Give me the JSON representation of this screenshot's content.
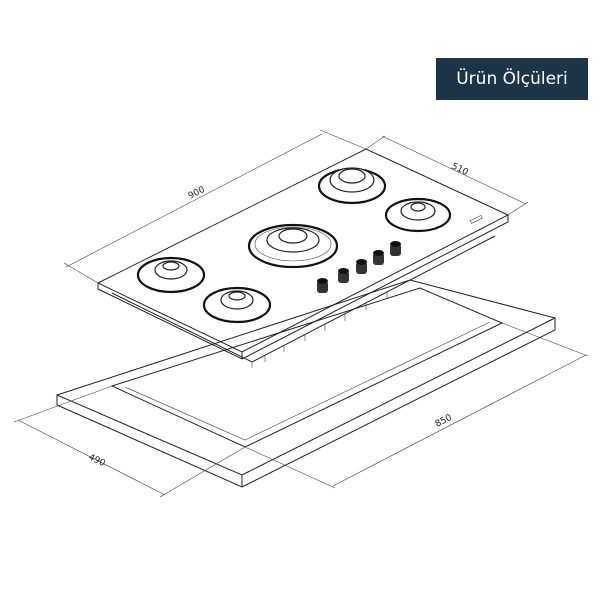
{
  "title": "Ürün Ölçüleri",
  "colors": {
    "badge_bg": "#1e3447",
    "badge_text": "#ffffff",
    "line": "#222222"
  },
  "dimensions": {
    "hob_width": "900",
    "hob_depth": "510",
    "cutout_width": "850",
    "cutout_depth": "490"
  }
}
